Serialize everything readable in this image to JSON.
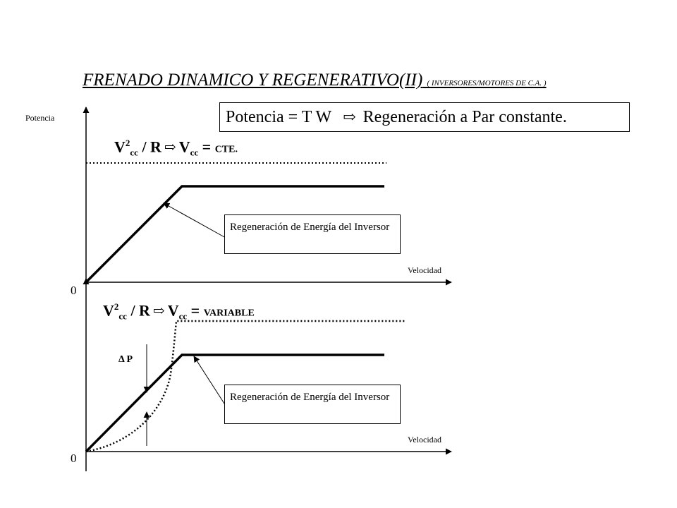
{
  "title": {
    "main": "FRENADO DINAMICO Y REGENERATIVO(II)",
    "sub": "( INVERSORES/MOTORES DE C.A. )"
  },
  "formula_box": {
    "left": "Potencia = T W",
    "right": "Regeneración a Par constante."
  },
  "top_graph": {
    "y_axis_label": "Potencia",
    "x_axis_label": "Velocidad",
    "origin_label": "0",
    "eq": {
      "v": "V",
      "exp": "2",
      "sub": "cc",
      "over_r": " / R",
      "v2": "V",
      "sub2": "cc",
      "equals": " = ",
      "value": "CTE."
    },
    "note": "Regeneración de Energía del Inversor"
  },
  "bottom_graph": {
    "x_axis_label": "Velocidad",
    "origin_label": "0",
    "eq": {
      "v": "V",
      "exp": "2",
      "sub": "cc",
      "over_r": " / R",
      "v2": "V",
      "sub2": "cc",
      "equals": " = ",
      "value": "VARIABLE"
    },
    "note": "Regeneración de Energía del Inversor",
    "delta_label": "Δ P"
  },
  "colors": {
    "line": "#000000",
    "background": "#ffffff"
  }
}
